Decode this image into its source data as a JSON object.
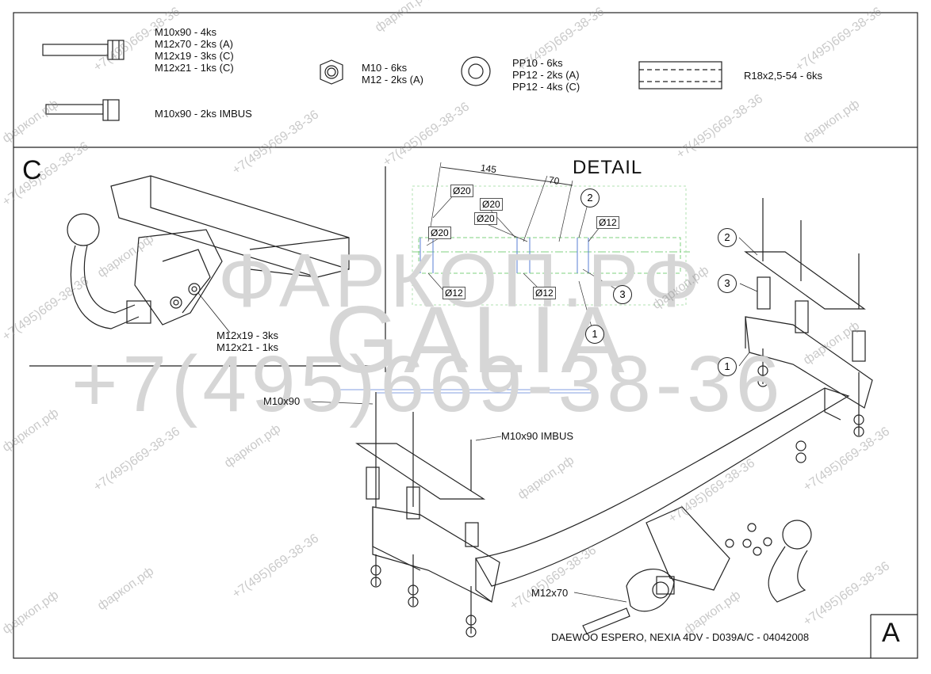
{
  "parts_table": {
    "bolts": [
      "M10x90 - 4ks",
      "M12x70 - 2ks (A)",
      "M12x19 - 3ks (C)",
      "M12x21 - 1ks (C)"
    ],
    "imbus": "M10x90 - 2ks IMBUS",
    "nuts": [
      "M10 - 6ks",
      "M12 - 2ks (A)"
    ],
    "washers": [
      "PP10 - 6ks",
      "PP12 - 2ks (A)",
      "PP12 - 4ks (C)"
    ],
    "tube": "R18x2,5-54 - 6ks"
  },
  "view_c": {
    "label": "C",
    "bolts": [
      "M12x19 - 3ks",
      "M12x21 - 1ks"
    ]
  },
  "detail": {
    "title": "DETAIL",
    "dim_145": "145",
    "dim_70": "70",
    "holes": [
      "Ø20",
      "Ø20",
      "Ø20",
      "Ø20",
      "Ø12",
      "Ø12",
      "Ø12"
    ],
    "callouts": [
      "2",
      "3",
      "1"
    ]
  },
  "main_view": {
    "callouts": [
      "2",
      "3",
      "1"
    ],
    "labels": {
      "m10x90": "M10x90",
      "m10x90_imbus": "M10x90 IMBUS",
      "m12x70": "M12x70"
    },
    "view_letter": "A",
    "caption": "DAEWOO ESPERO, NEXIA 4DV - D039A/C - 04042008"
  },
  "watermark": {
    "site": "фаркоп.рф",
    "phone": "+7(495)669-38-36",
    "brand": "GALIA",
    "brand_cyr": "ФАРКОП.РФ",
    "phone_big": "+7(495)669-38-36"
  },
  "colors": {
    "line": "#222222",
    "dim": "#444444",
    "green": "#7fd07f",
    "blue": "#5a7fd6",
    "watermark": "#8a8a8a"
  }
}
